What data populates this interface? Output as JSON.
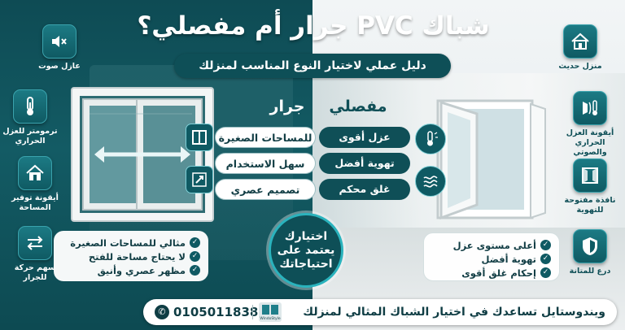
{
  "header": {
    "title": "شباك PVC جرار أم مفصلي؟",
    "subtitle": "دليل عملي لاختيار النوع المناسب لمنزلك"
  },
  "left_icons": [
    {
      "label": "عازل صوت",
      "icon": "speaker-mute-icon"
    },
    {
      "label": "ترمومتر للعزل الحراري",
      "icon": "thermometer-icon"
    },
    {
      "label": "أيقونة توفير المساحة",
      "icon": "house-icon"
    },
    {
      "label": "سهم حركة للجرار",
      "icon": "arrows-exchange-icon"
    }
  ],
  "right_icons": [
    {
      "label": "منزل حديث",
      "icon": "modern-house-icon"
    },
    {
      "label": "أيقونة العزل الحراري والصوتي",
      "icon": "insulation-icon"
    },
    {
      "label": "نافذة مفتوحة للتهوية",
      "icon": "open-window-icon"
    },
    {
      "label": "درع للمتانة",
      "icon": "shield-icon"
    }
  ],
  "comparison": {
    "sliding_heading": "جرار",
    "casement_heading": "مفصلي",
    "sliding_points": [
      "للمساحات الصغيرة",
      "سهل الاستخدام",
      "تصميم عصري"
    ],
    "casement_points": [
      "عزل أقوى",
      "تهوية أفضل",
      "غلق محكم"
    ]
  },
  "center_text": "اختيارك يعتمد على احتياجاتك",
  "sliding_benefits": [
    "مثالي للمساحات الصغيرة",
    "لا يحتاج مساحة للفتح",
    "مظهر عصري وأنيق"
  ],
  "casement_benefits": [
    "أعلى مستوى عزل",
    "تهوية أفضل",
    "إحكام غلق أقوى"
  ],
  "footer": {
    "phone": "01050118384",
    "brand": "WindoStyle",
    "tagline": "ويندوستايل تساعدك في اختيار الشباك المثالي لمنزلك"
  },
  "colors": {
    "teal_dark": "#0f4f57",
    "teal_accent": "#2ab3bd",
    "light_bg": "#f2f5f6"
  }
}
